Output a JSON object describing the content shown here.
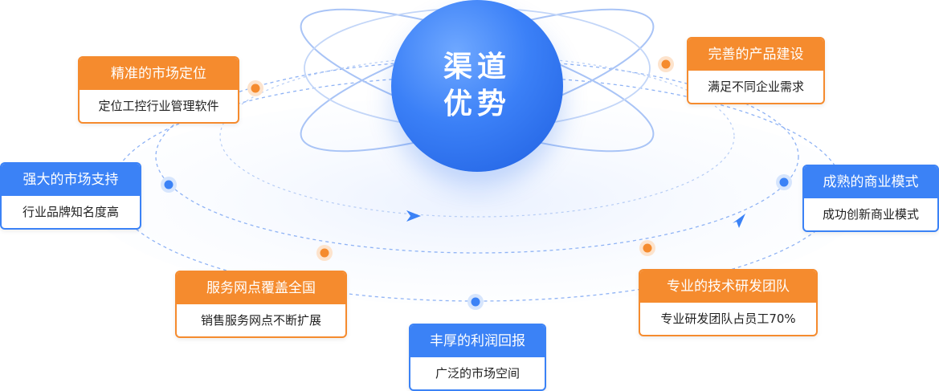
{
  "center": {
    "line1": "渠道",
    "line2": "优势"
  },
  "cards": [
    {
      "title": "精准的市场定位",
      "desc": "定位工控行业管理软件",
      "color": "orange"
    },
    {
      "title": "完善的产品建设",
      "desc": "满足不同企业需求",
      "color": "orange"
    },
    {
      "title": "强大的市场支持",
      "desc": "行业品牌知名度高",
      "color": "blue"
    },
    {
      "title": "成熟的商业模式",
      "desc": "成功创新商业模式",
      "color": "blue"
    },
    {
      "title": "服务网点覆盖全国",
      "desc": "销售服务网点不断扩展",
      "color": "orange"
    },
    {
      "title": "专业的技术研发团队",
      "desc": "专业研发团队占员工70%",
      "color": "orange"
    },
    {
      "title": "丰厚的利润回报",
      "desc": "广泛的市场空间",
      "color": "blue"
    }
  ],
  "colors": {
    "orange": "#f58b2e",
    "blue": "#3b82f6"
  }
}
